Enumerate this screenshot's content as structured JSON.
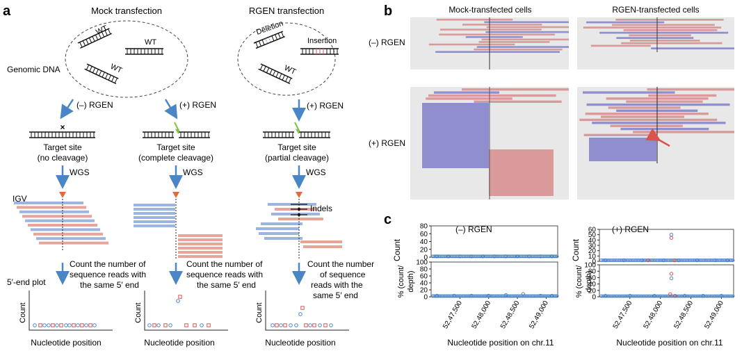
{
  "panel_a": {
    "label": "a",
    "mock_title": "Mock transfection",
    "rgen_title": "RGEN transfection",
    "genomic_dna": "Genomic DNA",
    "wt": "WT",
    "deletion": "Deletion",
    "insertion": "Insertion",
    "minus_rgen": "(–) RGEN",
    "plus_rgen": "(+) RGEN",
    "target_site": "Target site",
    "no_cleavage": "(no cleavage)",
    "complete_cleavage": "(complete cleavage)",
    "partial_cleavage": "(partial cleavage)",
    "wgs": "WGS",
    "igv": "IGV",
    "indels": "Indels",
    "count_text_1": [
      "Count the number of",
      "sequence reads with",
      "the same 5′ end"
    ],
    "count_text_3": [
      "Count the number",
      "of sequence",
      "reads with the",
      "same 5′ end"
    ],
    "five_end_plot": "5′-end plot",
    "ylabel": "Count",
    "xlabel": "Nucleotide position"
  },
  "panel_b": {
    "label": "b",
    "col1": "Mock-transfected cells",
    "col2": "RGEN-transfected cells",
    "row1": "(–) RGEN",
    "row2": "(+) RGEN"
  },
  "panel_c": {
    "label": "c",
    "left_title": "(–) RGEN",
    "right_title": "(+) RGEN",
    "ylabel_top": "Count",
    "ylabel_bottom": [
      "% (count/",
      "depth)"
    ],
    "xlabel": "Nucleotide position on chr.11"
  },
  "colors": {
    "blue": "#4a86c5",
    "red": "#d9534f",
    "read_blue": "#9bb5e0",
    "read_red": "#e9a49a",
    "igv_blue": "#8f8fd0",
    "igv_red": "#d89a9a"
  },
  "chart_data": [
    {
      "type": "scatter",
      "title": "(–) RGEN",
      "xlabel": "Nucleotide position on chr.11",
      "ylabel": "Count",
      "xlim": [
        52470000,
        52492000
      ],
      "ylim": [
        0,
        80
      ],
      "yticks": [
        0,
        20,
        40,
        60,
        80
      ],
      "xticks": [
        52475000,
        52480000,
        52485000,
        52490000
      ],
      "xtick_labels": [
        "52,47,500",
        "52,48,000",
        "52,48,500",
        "52,49,000"
      ],
      "series": [
        {
          "color": "blue",
          "points": [
            [
              52471000,
              2
            ],
            [
              52473000,
              2
            ],
            [
              52475000,
              2
            ],
            [
              52477000,
              2
            ],
            [
              52479000,
              2
            ],
            [
              52481000,
              2
            ],
            [
              52483000,
              2
            ],
            [
              52485000,
              2
            ],
            [
              52487000,
              2
            ],
            [
              52489000,
              2
            ],
            [
              52491000,
              2
            ]
          ]
        }
      ]
    },
    {
      "type": "scatter",
      "title": "(–) RGEN",
      "xlabel": "Nucleotide position on chr.11",
      "ylabel": "% (count/ depth)",
      "ylim": [
        0,
        100
      ],
      "yticks": [
        0,
        20,
        40,
        60,
        80,
        100
      ],
      "series": [
        {
          "color": "blue",
          "points": [
            [
              52471000,
              3
            ],
            [
              52474000,
              3
            ],
            [
              52477000,
              3
            ],
            [
              52480000,
              3
            ],
            [
              52483000,
              5
            ],
            [
              52486000,
              8
            ],
            [
              52489000,
              3
            ],
            [
              52491000,
              3
            ]
          ]
        }
      ]
    },
    {
      "type": "scatter",
      "title": "(+) RGEN",
      "xlabel": "Nucleotide position on chr.11",
      "ylabel": "Count",
      "xlim": [
        52470000,
        52492000
      ],
      "ylim": [
        0,
        60
      ],
      "yticks": [
        0,
        10,
        20,
        30,
        40,
        50,
        60
      ],
      "xticks": [
        52475000,
        52480000,
        52485000,
        52490000
      ],
      "xtick_labels": [
        "52,47,500",
        "52,48,000",
        "52,48,500",
        "52,49,000"
      ],
      "series": [
        {
          "color": "blue",
          "points": [
            [
              52471000,
              2
            ],
            [
              52474000,
              2
            ],
            [
              52477000,
              2
            ],
            [
              52480500,
              2
            ],
            [
              52481800,
              50
            ],
            [
              52483000,
              2
            ],
            [
              52486000,
              2
            ],
            [
              52489000,
              2
            ],
            [
              52491000,
              2
            ]
          ]
        },
        {
          "color": "red",
          "points": [
            [
              52481800,
              44
            ],
            [
              52482300,
              2
            ],
            [
              52478000,
              2
            ]
          ]
        }
      ]
    },
    {
      "type": "scatter",
      "title": "(+) RGEN",
      "xlabel": "Nucleotide position on chr.11",
      "ylabel": "% (count/ depth)",
      "ylim": [
        0,
        100
      ],
      "yticks": [
        0,
        20,
        40,
        60,
        80,
        100
      ],
      "series": [
        {
          "color": "blue",
          "points": [
            [
              52471000,
              3
            ],
            [
              52475000,
              3
            ],
            [
              52479000,
              3
            ],
            [
              52481800,
              58
            ],
            [
              52484000,
              3
            ],
            [
              52487000,
              3
            ],
            [
              52490000,
              3
            ]
          ]
        },
        {
          "color": "red",
          "points": [
            [
              52481800,
              72
            ],
            [
              52481600,
              8
            ],
            [
              52482400,
              3
            ]
          ]
        }
      ]
    }
  ]
}
